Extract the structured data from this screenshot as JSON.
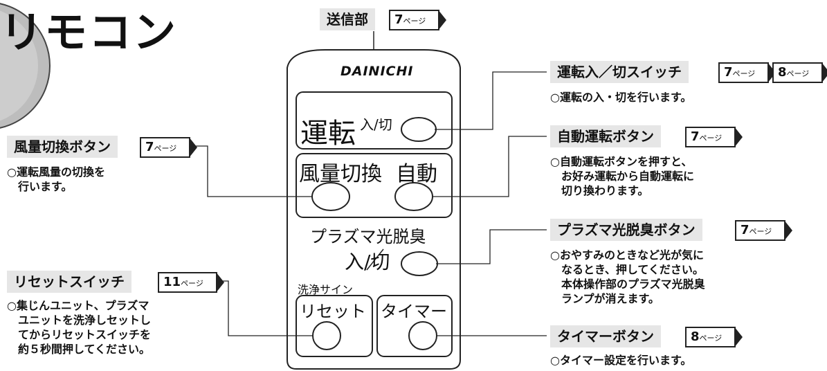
{
  "title": "リモコン",
  "transmitter": {
    "label": "送信部",
    "page": "7",
    "unit": "ページ"
  },
  "brand": "DAINICHI",
  "remote_labels": {
    "run": "運転",
    "onoff": "入/切",
    "airflow": "風量切換",
    "auto": "自動",
    "plasma": "プラズマ光脱臭",
    "plasma_onoff": "入/切",
    "wash_sign": "洗浄サイン",
    "reset": "リセット",
    "timer": "タイマー"
  },
  "callouts": {
    "run_switch": {
      "label": "運転入／切スイッチ",
      "pages": [
        "7",
        "8"
      ],
      "unit": "ページ",
      "desc": "○運転の入・切を行います。"
    },
    "auto_button": {
      "label": "自動運転ボタン",
      "page": "7",
      "unit": "ページ",
      "desc": "○自動運転ボタンを押すと、\n　お好み運転から自動運転に\n　切り換わります。"
    },
    "plasma_button": {
      "label": "プラズマ光脱臭ボタン",
      "page": "7",
      "unit": "ページ",
      "desc": "○おやすみのときなど光が気に\n　なるとき、押してください。\n　本体操作部のプラズマ光脱臭\n　ランプが消えます。"
    },
    "timer_button": {
      "label": "タイマーボタン",
      "page": "8",
      "unit": "ページ",
      "desc": "○タイマー設定を行います。"
    },
    "airflow_button": {
      "label": "風量切換ボタン",
      "page": "7",
      "unit": "ページ",
      "desc": "○運転風量の切換を\n　行います。"
    },
    "reset_switch": {
      "label": "リセットスイッチ",
      "page": "11",
      "unit": "ページ",
      "desc": "○集じんユニット、プラズマ\n　ユニットを洗浄しセットし\n　てからリセットスイッチを\n　約５秒間押してください。"
    }
  },
  "colors": {
    "label_bg": "#e6e6e6",
    "circle_gray": "#bdbdbd",
    "ink": "#111111"
  }
}
